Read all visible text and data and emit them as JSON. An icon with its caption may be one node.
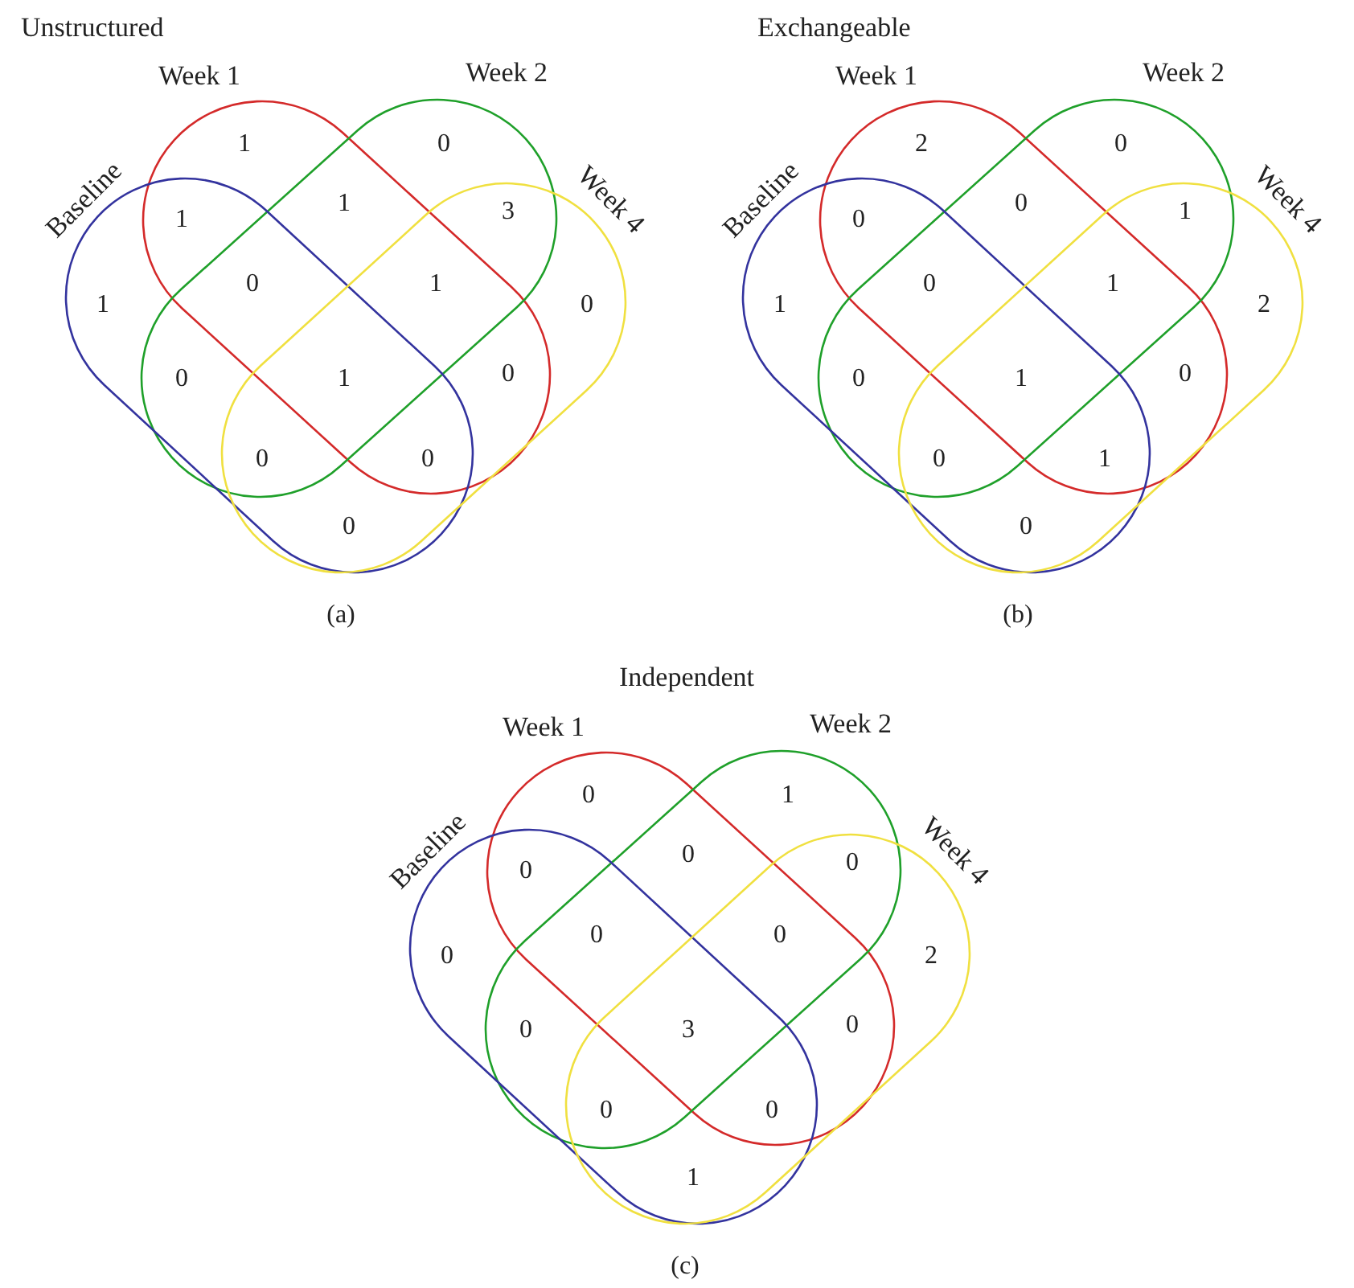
{
  "diagram": {
    "nodes": [
      {
        "text": [
          "Week 1"
        ]
      },
      {
        "text": [
          "Week 2"
        ]
      },
      {
        "text": [
          "Baseline"
        ]
      },
      {
        "text": [
          "Week 4"
        ]
      },
      {
        "text": [
          "Week 1"
        ]
      },
      {
        "text": [
          "Week 2"
        ]
      },
      {
        "text": [
          "Baseline"
        ]
      },
      {
        "text": [
          "Week 4"
        ]
      },
      {
        "text": [
          "Week 1"
        ]
      },
      {
        "text": [
          "Week 2"
        ]
      },
      {
        "text": [
          "Baseline"
        ]
      },
      {
        "text": [
          "Week 4"
        ]
      }
    ],
    "labels": [
      "Unstructured",
      "1",
      "0",
      "1",
      "1",
      "3",
      "1",
      "0",
      "1",
      "0",
      "0",
      "1",
      "0",
      "0",
      "0",
      "0",
      "(a)",
      "Exchangeable",
      "2",
      "0",
      "0",
      "0",
      "1",
      "1",
      "0",
      "1",
      "2",
      "0",
      "1",
      "0",
      "0",
      "1",
      "0",
      "(b)",
      "Independent",
      "0",
      "1",
      "0",
      "0",
      "0",
      "0",
      "0",
      "0",
      "2",
      "0",
      "3",
      "0",
      "0",
      "0",
      "1",
      "(c)"
    ]
  }
}
